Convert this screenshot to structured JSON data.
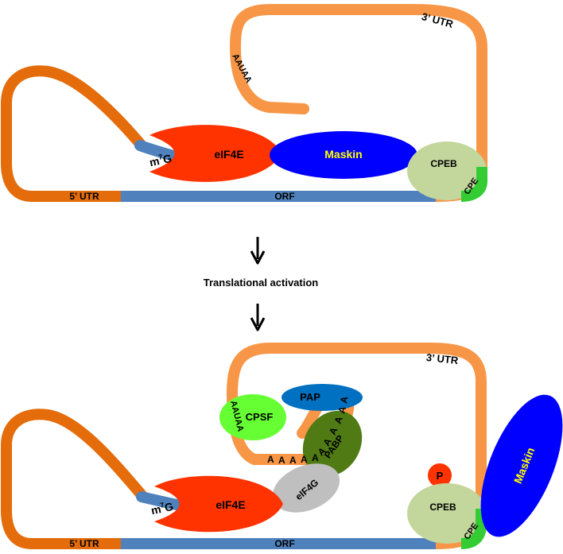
{
  "colors": {
    "utr5": "#E46C0A",
    "utr3": "#F79646",
    "orf": "#4F81BD",
    "cap": "#4F81BD",
    "eif4e": "#FF3300",
    "maskin": "#0000FF",
    "maskin_text": "#FFFF00",
    "cpeb": "#C3D69B",
    "cpe": "#33CC33",
    "cpsf": "#66FF33",
    "pap": "#0070C0",
    "pabp": "#4F7A14",
    "eif4g": "#BFBFBF",
    "phospho": "#FF3300",
    "arrow": "#000000",
    "text": "#000000"
  },
  "top": {
    "utr3_label": "3’ UTR",
    "signal": "AAUAA",
    "cap_m": "m",
    "cap_sup": "7",
    "cap_g": "G",
    "eif4e": "eIF4E",
    "maskin": "Maskin",
    "cpeb": "CPEB",
    "cpe": "CPE",
    "utr5_label": "5’ UTR",
    "orf": "ORF"
  },
  "step": {
    "label": "Translational activation"
  },
  "bottom": {
    "utr3_label": "3’ UTR",
    "signal": "AAUAA",
    "cpsf": "CPSF",
    "pap": "PAP",
    "poly_a": "AAAAAAAAAAA",
    "pabp": "PABP",
    "eif4g": "eIF4G",
    "cap_m": "m",
    "cap_sup": "7",
    "cap_g": "G",
    "eif4e": "eIF4E",
    "phospho": "P",
    "cpeb": "CPEB",
    "cpe": "CPE",
    "maskin": "Maskin",
    "utr5_label": "5’ UTR",
    "orf": "ORF"
  }
}
